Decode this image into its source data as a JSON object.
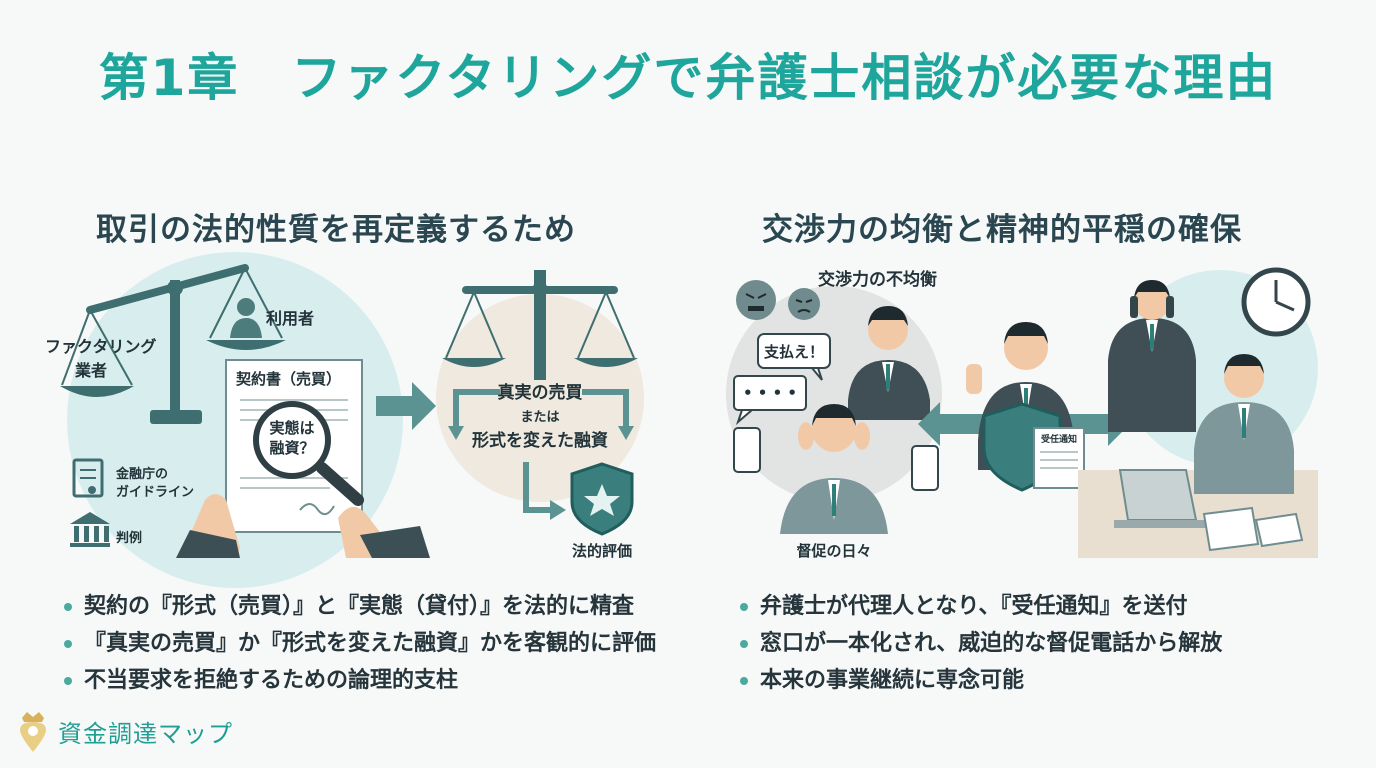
{
  "title": "第1章　ファクタリングで弁護士相談が必要な理由",
  "left": {
    "heading": "取引の法的性質を再定義するため",
    "labels": {
      "factoring": "ファクタリング",
      "factoring2": "業者",
      "user": "利用者",
      "contract": "契約書（売買）",
      "lens1": "実態は",
      "lens2": "融資？",
      "guide1": "金融庁の",
      "guide2": "ガイドライン",
      "precedent": "判例",
      "real_sale": "真実の売買",
      "or": "または",
      "disguised": "形式を変えた融資",
      "legal_eval": "法的評価"
    },
    "bullets": [
      "契約の『形式（売買）』と『実態（貸付）』を法的に精査",
      "『真実の売買』か『形式を変えた融資』かを客観的に評価",
      "不当要求を拒絶するための論理的支柱"
    ]
  },
  "right": {
    "heading": "交渉力の均衡と精神的平穏の確保",
    "labels": {
      "imbalance": "交渉力の不均衡",
      "pay": "支払え！",
      "dots": "• • • •",
      "notice": "受任通知",
      "dunning": "督促の日々"
    },
    "bullets": [
      "弁護士が代理人となり、『受任通知』を送付",
      "窓口が一本化され、威迫的な督促電話から解放",
      "本来の事業継続に専念可能"
    ]
  },
  "brand": {
    "name": "資金調達マップ"
  },
  "colors": {
    "accent": "#1fa69c",
    "heading": "#2a4650",
    "teal_dark": "#3f6e70",
    "circle_bg": "#d8eeee",
    "beige_bg": "#efe9df"
  }
}
